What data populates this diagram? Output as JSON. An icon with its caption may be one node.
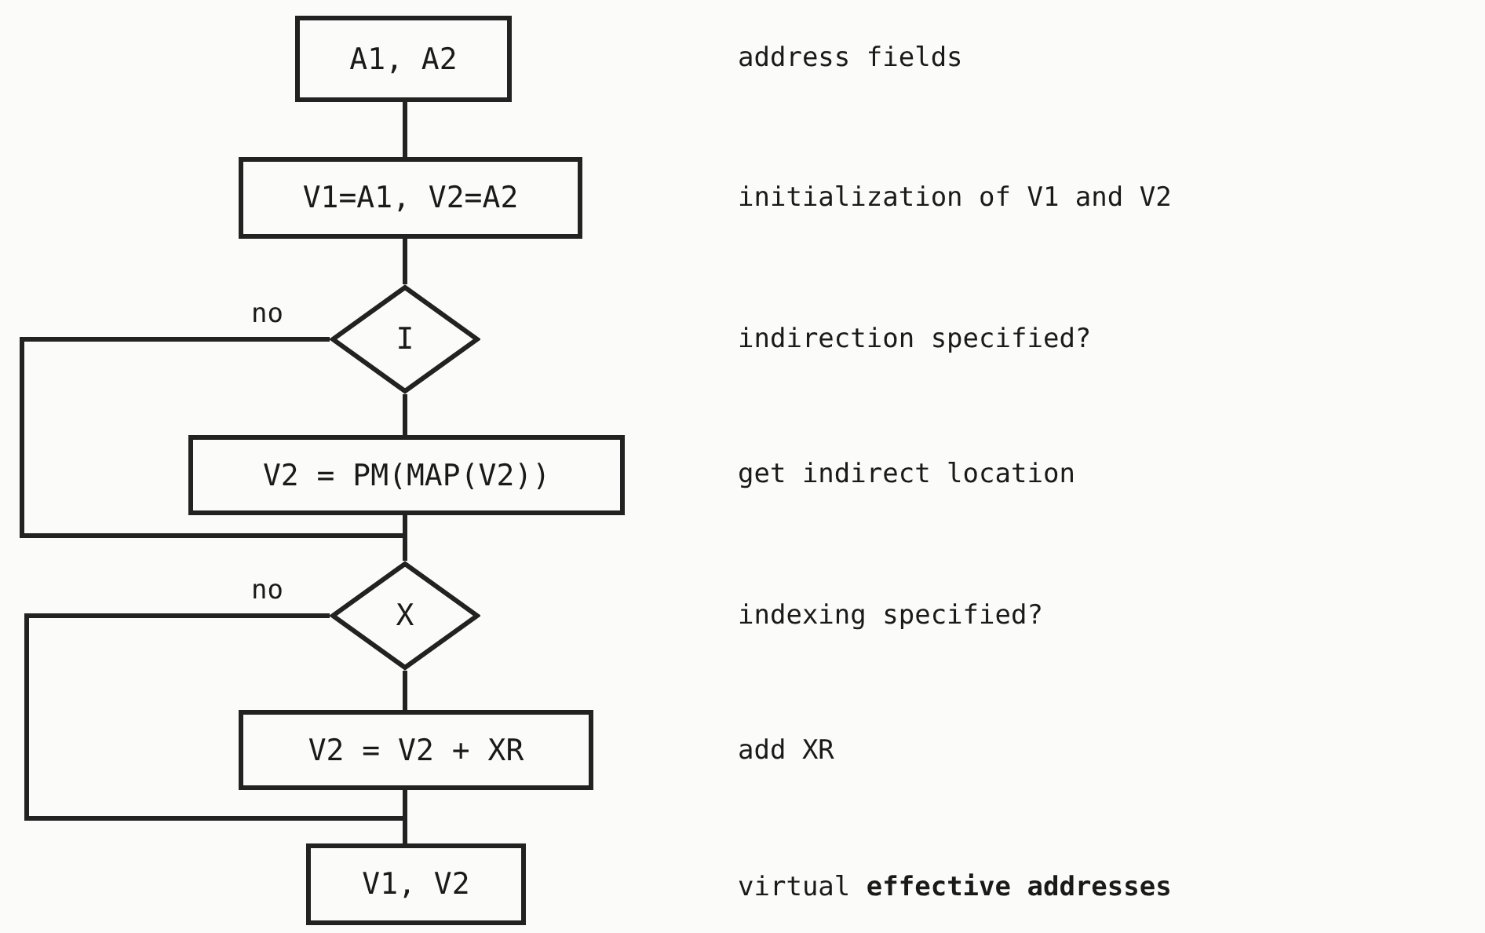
{
  "diagram": {
    "nodes": [
      {
        "text": [
          "A1, A2"
        ]
      },
      {
        "text": [
          "V1=A1, V2=A2"
        ]
      },
      {
        "text": [
          "I"
        ]
      },
      {
        "text": [
          "V2 = PM(MAP(V2))"
        ]
      },
      {
        "text": [
          "X"
        ]
      },
      {
        "text": [
          "V2 = V2 + XR"
        ]
      },
      {
        "text": [
          "V1, V2"
        ]
      }
    ],
    "edges": [
      {
        "from": 0,
        "to": 1,
        "arrow": "none"
      },
      {
        "from": 1,
        "to": 2,
        "arrow": "none"
      },
      {
        "from": 2,
        "to": 3,
        "arrow": "none"
      },
      {
        "from": 3,
        "to": 4,
        "arrow": "none"
      },
      {
        "from": 2,
        "to": 4,
        "arrow": "none",
        "label": "no"
      },
      {
        "from": 4,
        "to": 5,
        "arrow": "none"
      },
      {
        "from": 5,
        "to": 6,
        "arrow": "none"
      },
      {
        "from": 4,
        "to": 6,
        "arrow": "none",
        "label": "no"
      }
    ],
    "labels": [
      "address fields",
      "initialization of V1 and V2",
      "indirection specified?",
      "get indirect location",
      "indexing specified?",
      "add XR",
      "virtual **effective addresses**"
    ]
  }
}
